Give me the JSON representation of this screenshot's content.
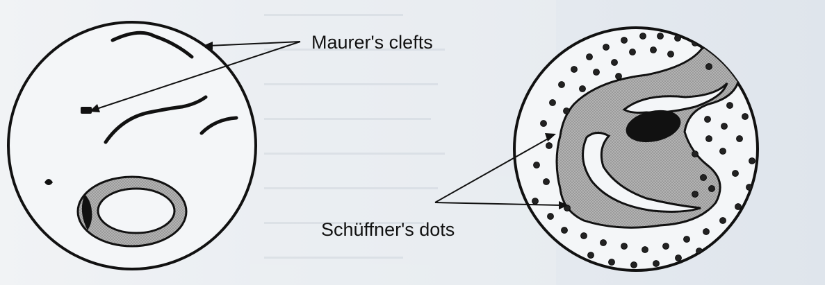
{
  "labels": {
    "maurers_clefts": "Maurer's clefts",
    "schuffners_dots": "Schüffner's dots"
  },
  "colors": {
    "outline": "#111111",
    "cytoplasm_fill": "#a9a9a9",
    "chromatin": "#111111",
    "cell_background": "#f4f6f8"
  },
  "icons": {
    "left_cell": "red-blood-cell-with-ring-stage",
    "right_cell": "enlarged-red-blood-cell-with-amoeboid-parasite"
  }
}
